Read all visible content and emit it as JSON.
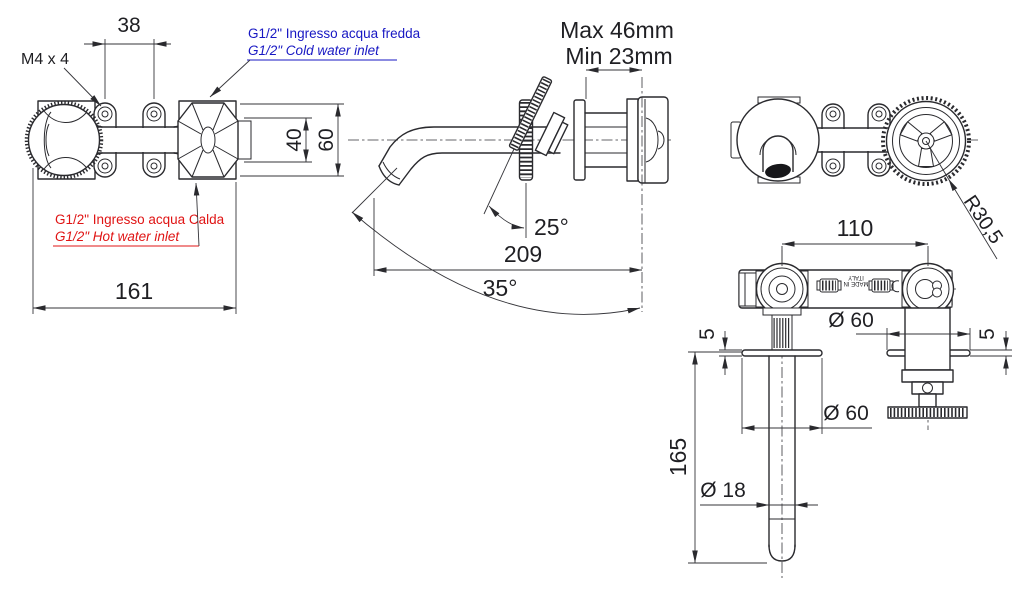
{
  "colors": {
    "line": "#2a2a2e",
    "dim_text": "#1f1f23",
    "blue": "#1717c3",
    "red": "#e01414"
  },
  "front_view": {
    "dim_38": "38",
    "m4_label": "M4 x 4",
    "cold_label_it": "G1/2\" Ingresso acqua fredda",
    "cold_label_en": "G1/2\" Cold water inlet",
    "hot_label_it": "G1/2\" Ingresso acqua Calda",
    "hot_label_en": "G1/2\" Hot water inlet",
    "dim_40": "40",
    "dim_60": "60",
    "dim_161": "161"
  },
  "side_view": {
    "max_label": "Max 46mm",
    "min_label": "Min 23mm",
    "angle_25": "25°",
    "dim_209": "209",
    "angle_35": "35°"
  },
  "back_view": {
    "radius_label": "R30,5"
  },
  "plan_view": {
    "dim_110": "110",
    "dim_5_left": "5",
    "dim_5_right": "5",
    "dia_60_left": "Ø 60",
    "dia_60_right": "Ø 60",
    "dia_18": "Ø 18",
    "dim_165": "165",
    "made_in_line1": "MADE IN",
    "made_in_line2": "ITALY"
  }
}
